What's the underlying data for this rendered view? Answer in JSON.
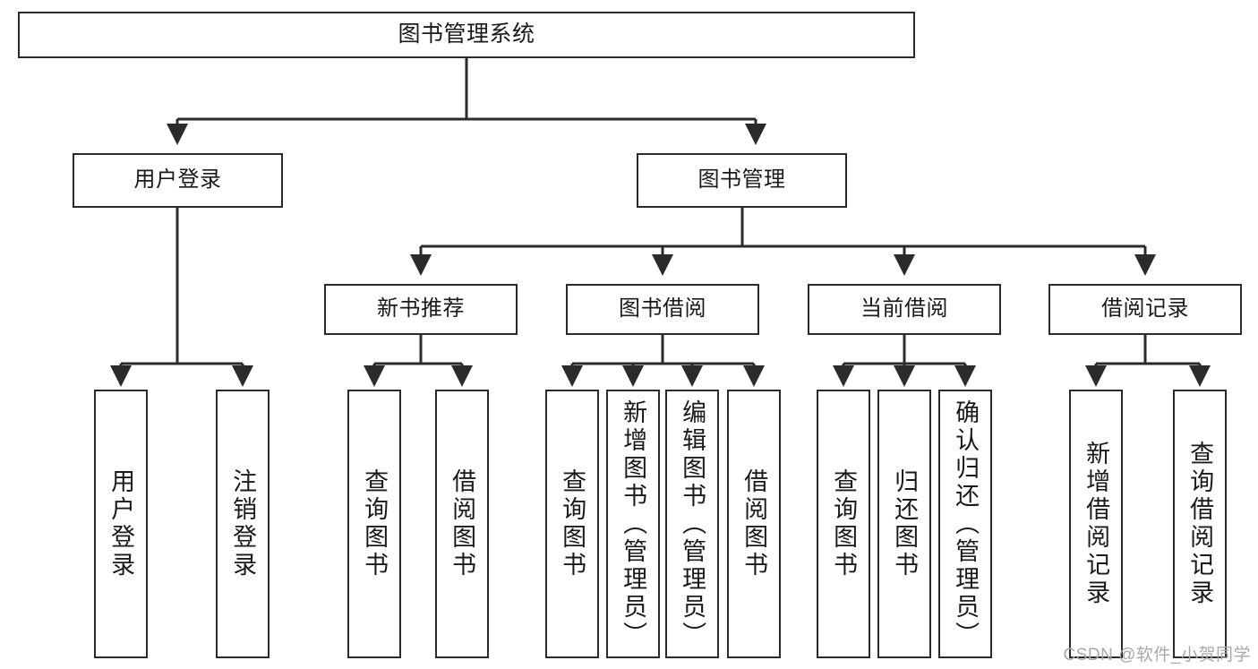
{
  "diagram": {
    "title": "图书管理系统",
    "type": "tree-hierarchy",
    "watermark": "CSDN @软件_小贺同学",
    "nodes": {
      "root": {
        "label": "图书管理系统"
      },
      "level2": [
        {
          "label": "用户登录"
        },
        {
          "label": "图书管理"
        }
      ],
      "level3": [
        {
          "label": "新书推荐"
        },
        {
          "label": "图书借阅"
        },
        {
          "label": "当前借阅"
        },
        {
          "label": "借阅记录"
        }
      ],
      "leaves": {
        "user_login": [
          {
            "label": "用户登录"
          },
          {
            "label": "注销登录"
          }
        ],
        "new_book": [
          {
            "label": "查询图书"
          },
          {
            "label": "借阅图书"
          }
        ],
        "book_borrow": [
          {
            "label": "查询图书"
          },
          {
            "label": "新增图书（管理员）"
          },
          {
            "label": "编辑图书（管理员）"
          },
          {
            "label": "借阅图书"
          }
        ],
        "current_borrow": [
          {
            "label": "查询图书"
          },
          {
            "label": "归还图书"
          },
          {
            "label": "确认归还（管理员）"
          }
        ],
        "borrow_record": [
          {
            "label": "新增借阅记录"
          },
          {
            "label": "查询借阅记录"
          }
        ]
      }
    },
    "colors": {
      "stroke": "#2b2b2b",
      "fill": "#ffffff",
      "text": "#1a1a1a",
      "watermark": "#a9a9a9"
    }
  }
}
